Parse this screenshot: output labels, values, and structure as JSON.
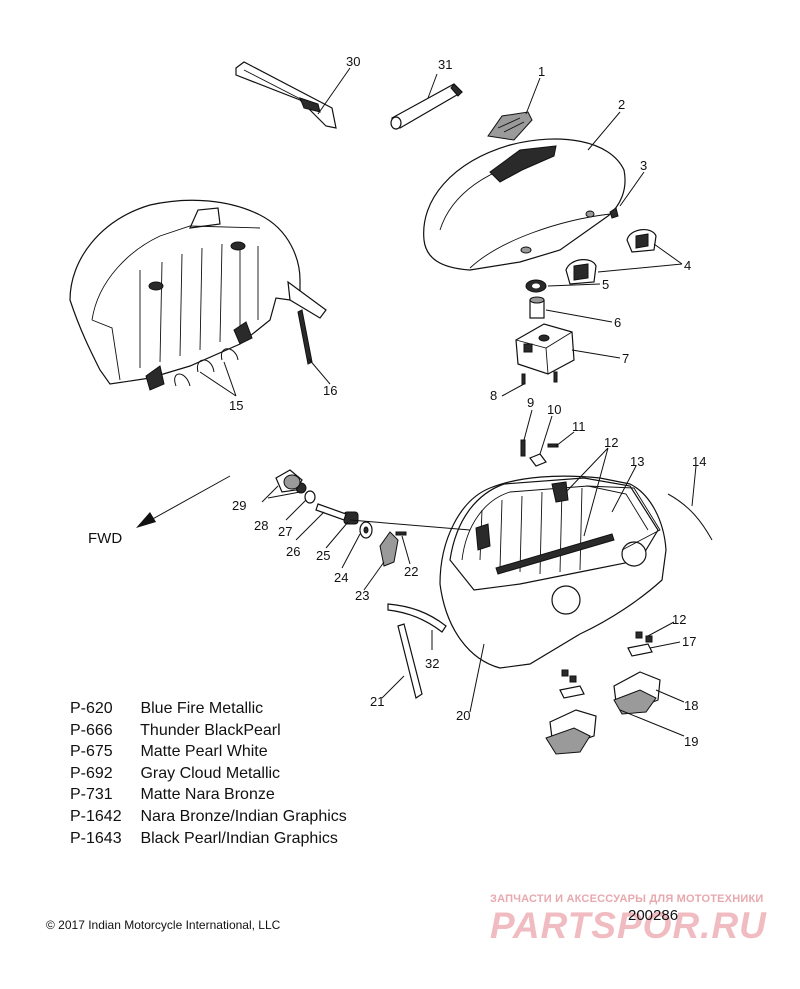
{
  "diagram": {
    "fwd_label": "FWD",
    "callouts": [
      "1",
      "2",
      "3",
      "4",
      "5",
      "6",
      "7",
      "8",
      "9",
      "10",
      "11",
      "12",
      "13",
      "14",
      "15",
      "16",
      "17",
      "18",
      "19",
      "20",
      "21",
      "22",
      "23",
      "24",
      "25",
      "26",
      "27",
      "28",
      "29",
      "30",
      "31",
      "32"
    ],
    "duplicate_callouts": [
      "12"
    ]
  },
  "paint_codes": [
    {
      "code": "P-620",
      "name": "Blue Fire Metallic"
    },
    {
      "code": "P-666",
      "name": "Thunder BlackPearl"
    },
    {
      "code": "P-675",
      "name": "Matte Pearl White"
    },
    {
      "code": "P-692",
      "name": "Gray Cloud Metallic"
    },
    {
      "code": "P-731",
      "name": "Matte Nara Bronze"
    },
    {
      "code": "P-1642",
      "name": "Nara Bronze/Indian Graphics"
    },
    {
      "code": "P-1643",
      "name": "Black Pearl/Indian Graphics"
    }
  ],
  "footer": {
    "copyright": "© 2017 Indian Motorcycle International, LLC",
    "drawing_number": "200286"
  },
  "watermark": {
    "tagline": "ЗАПЧАСТИ И АКСЕССУАРЫ ДЛЯ МОТОТЕХНИКИ",
    "logo_text": "PARTSPOR.RU",
    "color": "#f0bcc1"
  }
}
